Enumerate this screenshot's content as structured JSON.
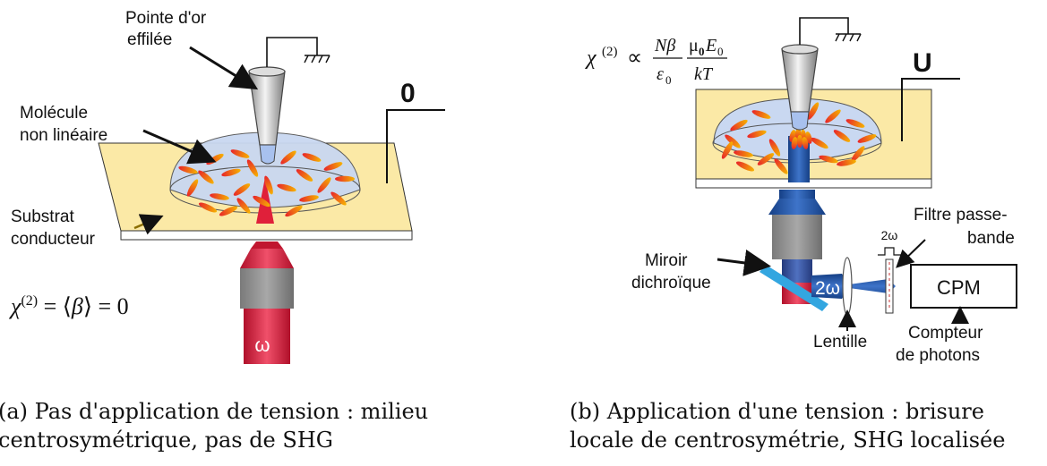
{
  "left_panel": {
    "label_tip": [
      "Pointe d'or",
      "effilée"
    ],
    "label_molecule": [
      "Molécule",
      "non linéaire"
    ],
    "label_substrate": [
      "Substrat",
      "conducteur"
    ],
    "voltage_label": "0",
    "equation": "χ(2) = ⟨β⟩ = 0",
    "beam_label": "ω",
    "caption": "(a) Pas d'application de tension : milieu centrosymétrique, pas de SHG"
  },
  "right_panel": {
    "equation": "χ(2) ∝ Nβ/ε0 · μ0E0/kT",
    "voltage_label": "U",
    "label_mirror": [
      "Miroir",
      "dichroïque"
    ],
    "label_lens": "Lentille",
    "label_filter": [
      "Filtre passe-",
      "bande"
    ],
    "filter_tag": "2ω",
    "beam_label": "2ω",
    "detector": "CPM",
    "label_counter": [
      "Compteur",
      "de photons"
    ],
    "caption": "(b) Application d'une tension : brisure locale de centrosymétrie, SHG localisée"
  },
  "colors": {
    "substrate": "#fbe9a6",
    "dome": "#c9d8f1",
    "beam_red": "#e0203a",
    "beam_blue": "#1f4fa0",
    "objective": "#8c8c8c",
    "mirror": "#33a6e0"
  }
}
